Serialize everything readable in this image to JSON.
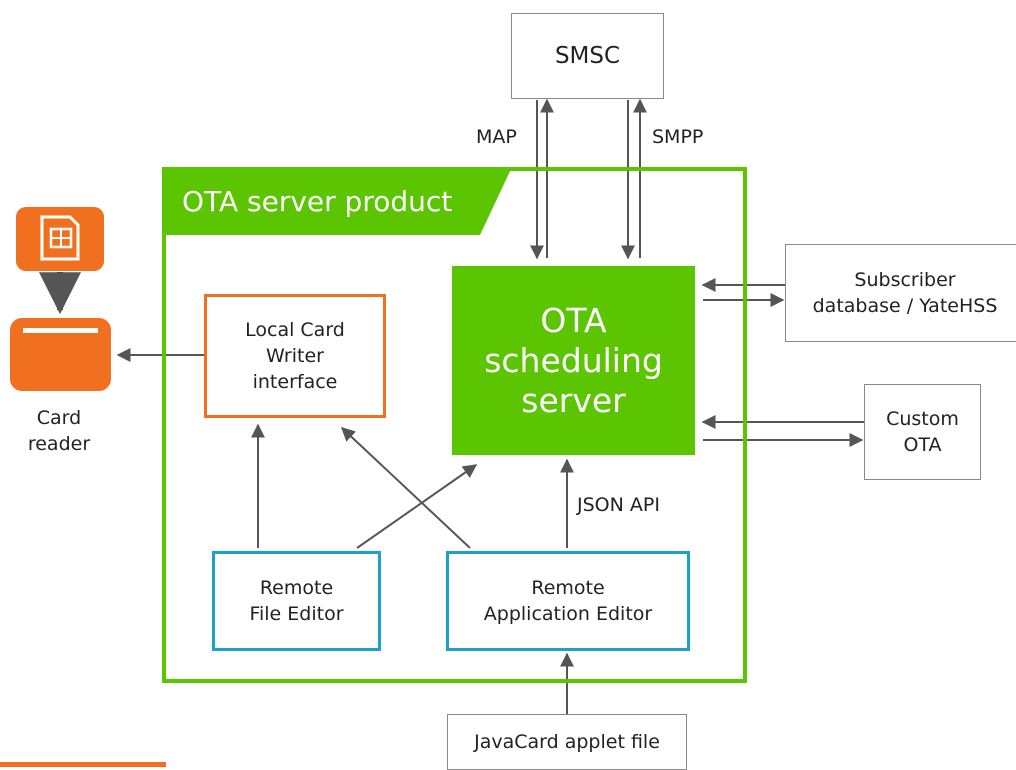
{
  "smsc": {
    "label": "SMSC"
  },
  "ota_product": {
    "title": "OTA server product"
  },
  "scheduling_server": {
    "label": "OTA\nscheduling\nserver"
  },
  "local_card_writer": {
    "label": "Local Card\nWriter\ninterface"
  },
  "remote_file_editor": {
    "label": "Remote\nFile Editor"
  },
  "remote_app_editor": {
    "label": "Remote\nApplication Editor"
  },
  "subscriber_db": {
    "label": "Subscriber\ndatabase / YateHSS"
  },
  "custom_ota": {
    "label": "Custom\nOTA"
  },
  "javacard": {
    "label": "JavaCard applet file"
  },
  "card_reader": {
    "label": "Card\nreader"
  },
  "edges": {
    "map": "MAP",
    "smpp": "SMPP",
    "json_api": "JSON API"
  },
  "colors": {
    "green": "#5ac500",
    "orange": "#f07020",
    "blue": "#1aa3c8",
    "grey": "#8a8a8a",
    "arrow": "#555555"
  }
}
